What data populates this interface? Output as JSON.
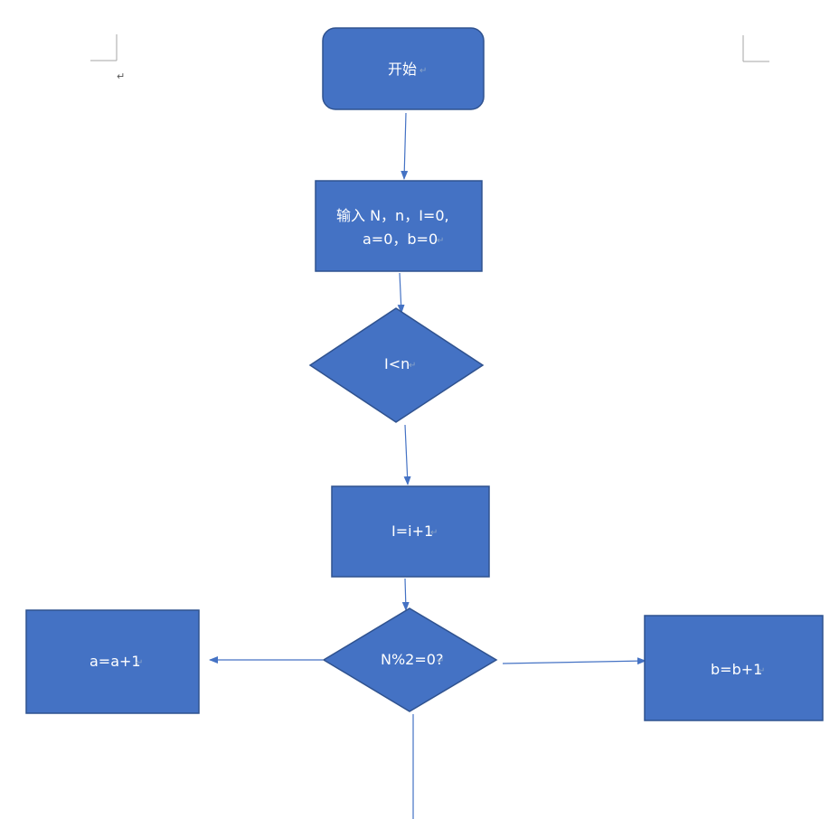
{
  "document": {
    "paragraph_mark": "↵"
  },
  "flowchart": {
    "colors": {
      "fill": "#4472C4",
      "stroke": "#2F528F",
      "arrow": "#4472C4",
      "text": "#FFFFFF",
      "page_corner": "#A6A6A6"
    },
    "nodes": {
      "start": {
        "label": "开始"
      },
      "input": {
        "line1": "输入 N，n，I=0,",
        "line2": "a=0，b=0"
      },
      "cond_loop": {
        "label": "I<n"
      },
      "increment": {
        "label": "I=i+1"
      },
      "cond_even": {
        "label": "N%2=0?"
      },
      "a_increment": {
        "label": "a=a+1"
      },
      "b_increment": {
        "label": "b=b+1"
      }
    }
  }
}
